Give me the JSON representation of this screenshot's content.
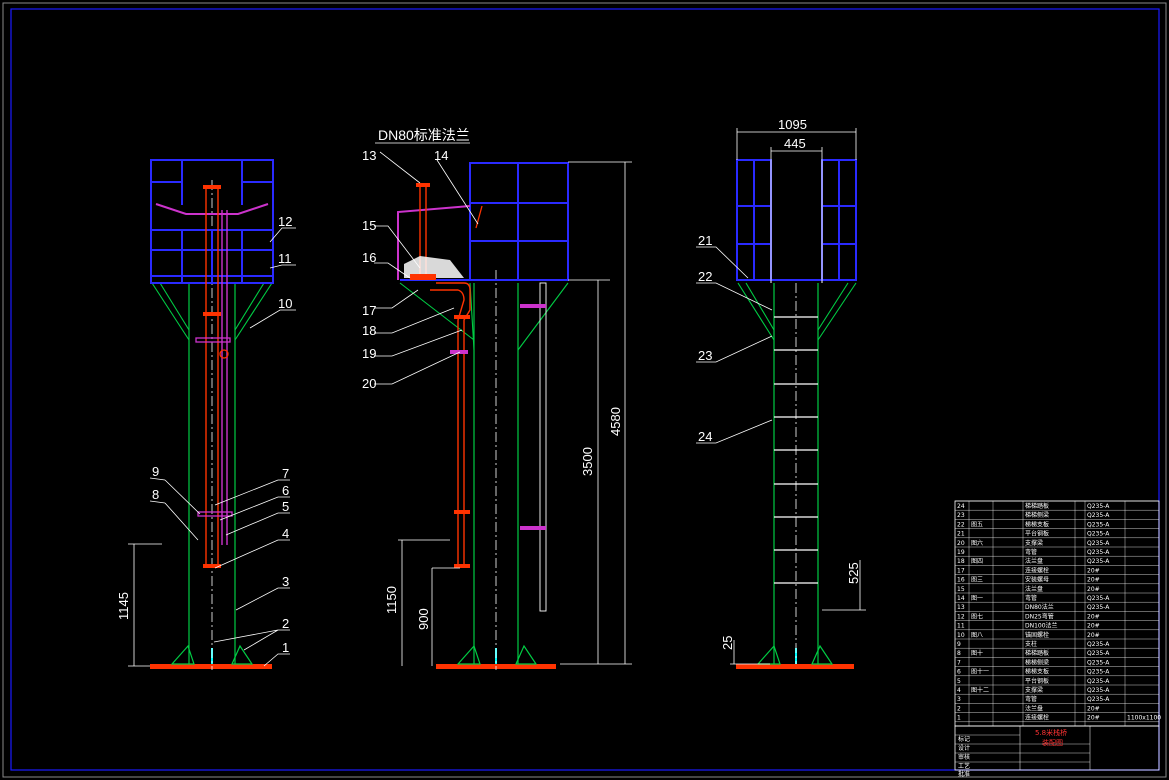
{
  "colors": {
    "background": "#000000",
    "frame": "#1a1aff",
    "platform": "#2a2aff",
    "column": "#00cc44",
    "pipe_red": "#ff3300",
    "pipe_magenta": "#cc33cc",
    "white": "#ffffff",
    "cyan": "#00ffff"
  },
  "flange_note": "DN80标准法兰",
  "view1_labels": [
    "12",
    "11",
    "10",
    "9",
    "8",
    "7",
    "6",
    "5",
    "4",
    "3",
    "2",
    "1"
  ],
  "view2_labels": [
    "13",
    "14",
    "15",
    "16",
    "17",
    "18",
    "19",
    "20"
  ],
  "view3_labels": [
    "21",
    "22",
    "23",
    "24"
  ],
  "dims": {
    "v1_height": "1145",
    "v2_h1": "1150",
    "v2_h2": "900",
    "v2_h3": "3500",
    "v2_h4": "4580",
    "v3_w1": "1095",
    "v3_w2": "445",
    "v3_h1": "525",
    "v3_h2": "25"
  },
  "bom_numbers": [
    "24",
    "23",
    "22",
    "21",
    "20",
    "19",
    "18",
    "17",
    "16",
    "15",
    "14",
    "13",
    "12",
    "11",
    "10",
    "9",
    "8",
    "7",
    "6",
    "5",
    "4",
    "3",
    "2",
    "1"
  ],
  "bom_drawing_refs": [
    "图五",
    "图六",
    "图四",
    "图三",
    "图一",
    "图七",
    "图八",
    "图十",
    "图十一",
    "图十二"
  ],
  "bom_names": [
    "梯梯踏板",
    "梯梯侧梁",
    "梯梯支板",
    "平台钢板",
    "支撑梁",
    "弯管",
    "法兰盘",
    "连接螺栓",
    "安装螺母",
    "法兰盘",
    "弯管",
    "DN80法兰",
    "DN25弯管",
    "DN100法兰",
    "锚固螺栓",
    "支柱"
  ],
  "bom_materials": [
    "Q235-A",
    "Q235-A",
    "Q235-A",
    "Q235-A",
    "Q235-A",
    "Q235-A",
    "Q235-A",
    "20#",
    "20#",
    "20#",
    "Q235-A",
    "Q235-A",
    "20#",
    "20#",
    "20#"
  ],
  "title_block": {
    "title_red_1": "5.8米栈桥",
    "title_red_2": "装配图",
    "scale": "1100x1100",
    "rows": [
      "标记",
      "设计",
      "审核",
      "工艺",
      "批准"
    ]
  }
}
